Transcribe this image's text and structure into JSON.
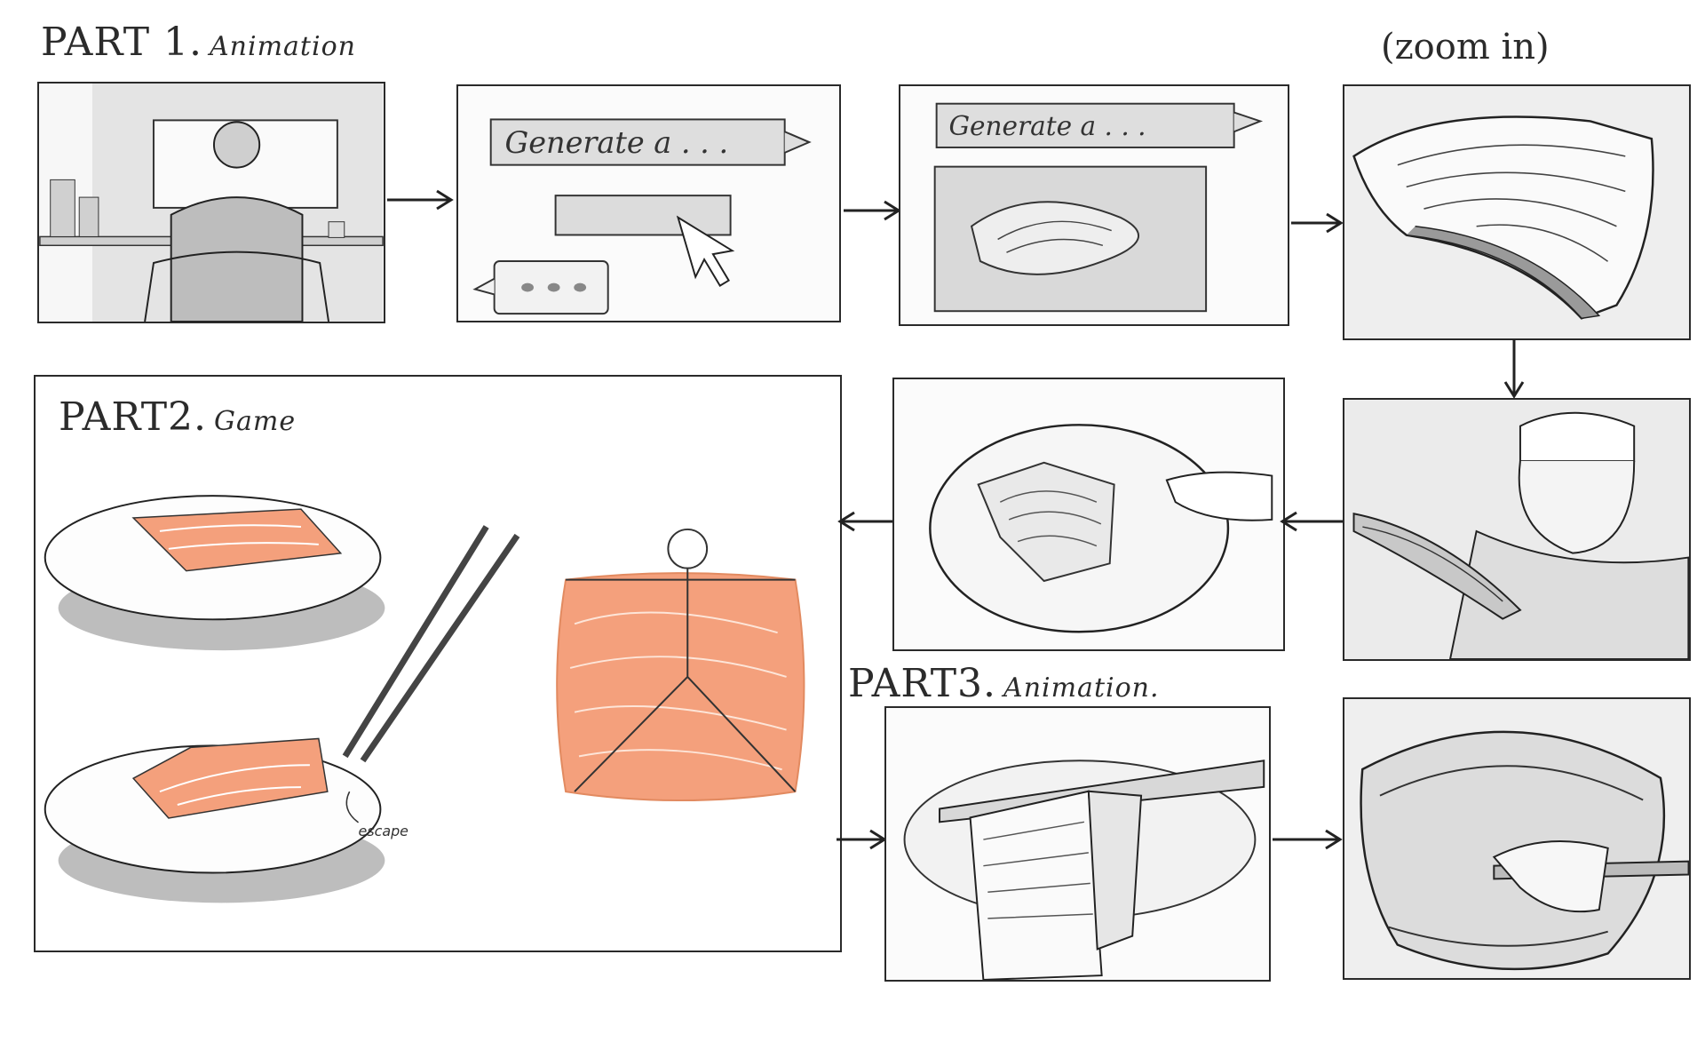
{
  "part1": {
    "title": "PART 1.",
    "subtitle": "Animation"
  },
  "part2": {
    "title": "PART2.",
    "subtitle": "Game"
  },
  "part3": {
    "title": "PART3.",
    "subtitle": "Animation."
  },
  "zoom_note": "(zoom in)",
  "prompt_text": "Generate a . . .",
  "escape_note": "escape",
  "colors": {
    "salmon": "#f4a07c",
    "ink": "#2a2a2a",
    "shade": "#d9d9d9"
  }
}
